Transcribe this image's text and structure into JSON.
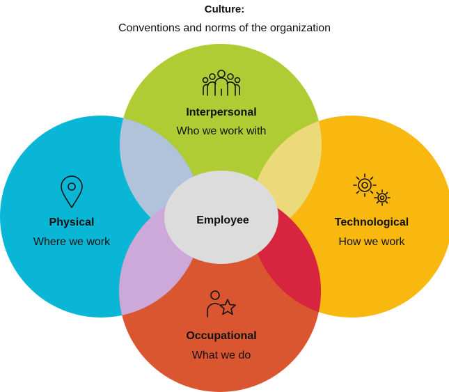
{
  "header": {
    "title": "Culture:",
    "subtitle": "Conventions and norms of the organization"
  },
  "circles": {
    "interpersonal": {
      "title": "Interpersonal",
      "desc": "Who we work with",
      "color": "#B0CC35",
      "icon": "people-group-icon"
    },
    "physical": {
      "title": "Physical",
      "desc": "Where we work",
      "color": "#0AB6D6",
      "icon": "location-pin-icon"
    },
    "technological": {
      "title": "Technological",
      "desc": "How we work",
      "color": "#F9B810",
      "icon": "gears-icon"
    },
    "occupational": {
      "title": "Occupational",
      "desc": "What we do",
      "color": "#DA5631",
      "icon": "person-star-icon"
    }
  },
  "center": {
    "label": "Employee",
    "color": "#DCDCDC"
  },
  "overlaps": {
    "interpersonal_physical": "#B0C3DB",
    "interpersonal_technological": "#ECD97A",
    "physical_occupational": "#CDA9D9",
    "technological_occupational": "#D7243F"
  }
}
